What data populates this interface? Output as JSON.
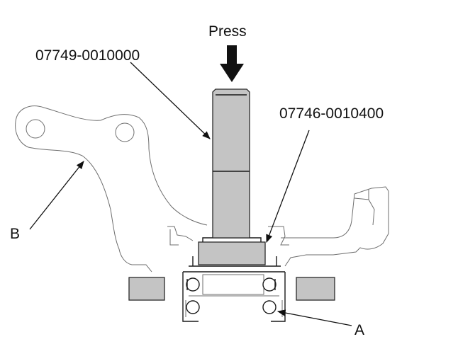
{
  "labels": {
    "press": "Press",
    "tool_driver": "07749-0010000",
    "tool_attachment": "07746-0010400",
    "callout_a": "A",
    "callout_b": "B"
  },
  "colors": {
    "tool_fill": "#c4c4c4",
    "outline": "#6e6e6e",
    "ink": "#111111"
  },
  "icons": {
    "press_arrow": "down-arrow-icon"
  }
}
